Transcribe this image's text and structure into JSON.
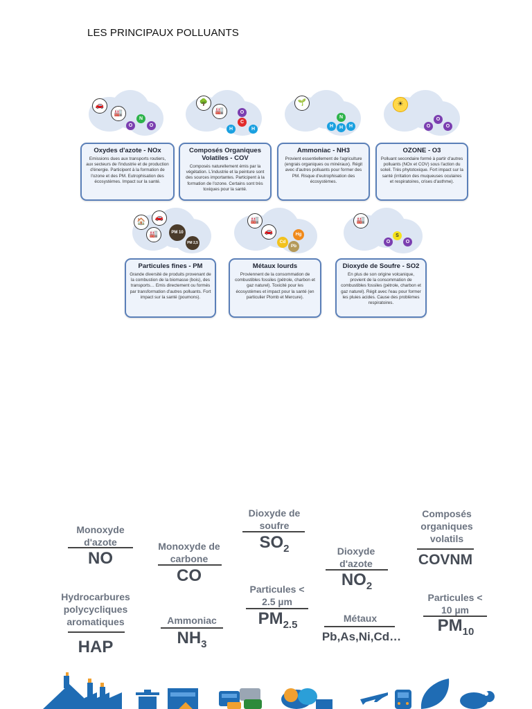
{
  "page_title": "LES PRINCIPAUX POLLUANTS",
  "cards": [
    {
      "title": "Oxydes d'azote - NOx",
      "body": "Emissions dues aux transports routiers, aux secteurs de l'industrie et de production d'énergie. Participent à la formation de l'ozone et des PM. Eutrophisation des écosystèmes. Impact sur la santé."
    },
    {
      "title": "Composés Organiques Volatiles - COV",
      "body": "Composés naturellement émis par la végétation. L'industrie et la peinture sont des sources importantes. Participent à la formation de l'ozone. Certains sont très toxiques pour la santé."
    },
    {
      "title": "Ammoniac - NH3",
      "body": "Provient essentiellement de l'agriculture (engrais organiques ou minéraux). Régit avec d'autres polluants pour former des PM. Risque d'eutrophisation des écosystèmes."
    },
    {
      "title": "OZONE - O3",
      "body": "Polluant secondaire formé à partir d'autres polluants (NOx et COV) sous l'action du soleil. Très phytotoxique. Fort impact sur la santé (irritation des muqueuses oculaires et respiratoires, crises d'asthme)."
    },
    {
      "title": "Particules fines - PM",
      "body": "Grande diversité de produits provenant de la combustion de la biomasse (bois), des transports… Emis directement ou formés par transformation d'autres polluants. Fort impact sur la santé (poumons)."
    },
    {
      "title": "Métaux lourds",
      "body": "Proviennent de la consommation de combustibles fossiles (pétrole, charbon et gaz naturel). Toxicité pour les écosystèmes et impact pour la santé (en particulier Plomb et Mercure)."
    },
    {
      "title": "Dioxyde de Soufre - SO2",
      "body": "En plus de son origine volcanique, provient de la consommation de combustibles fossiles (pétrole, charbon et gaz naturel). Régit avec l'eau pour former les pluies acides. Cause des problèmes respiratoires."
    }
  ],
  "atoms": {
    "nox": [
      "N",
      "O",
      "O"
    ],
    "cov": [
      "O",
      "C",
      "H",
      "H"
    ],
    "nh3": [
      "N",
      "H",
      "H",
      "H"
    ],
    "o3": [
      "O",
      "O",
      "O"
    ],
    "pm": [
      "PM 10",
      "PM 2,5"
    ],
    "metals": [
      "Hg",
      "Cd",
      "Pb"
    ],
    "so2": [
      "S",
      "O",
      "O"
    ]
  },
  "formulas": {
    "no": {
      "label": "Monoxyde d'azote",
      "formula": "NO"
    },
    "hap": {
      "label": "Hydrocarbures polycycliques aromatiques",
      "formula": "HAP"
    },
    "co": {
      "label": "Monoxyde de carbone",
      "formula": "CO"
    },
    "nh3": {
      "label": "Ammoniac",
      "formula": "NH",
      "sub": "3"
    },
    "so2": {
      "label": "Dioxyde de soufre",
      "formula": "SO",
      "sub": "2"
    },
    "pm25": {
      "label": "Particules < 2.5 µm",
      "formula": "PM",
      "sub": "2.5"
    },
    "no2": {
      "label": "Dioxyde d'azote",
      "formula": "NO",
      "sub": "2"
    },
    "metaux": {
      "label": "Métaux",
      "formula": "Pb,As,Ni,Cd…"
    },
    "covnm": {
      "label": "Composés organiques volatils",
      "formula": "COVNM"
    },
    "pm10": {
      "label": "Particules < 10 µm",
      "formula": "PM",
      "sub": "10"
    }
  },
  "colors": {
    "nitrogen": "#2db34a",
    "oxygen": "#7b3fb0",
    "carbon": "#e22b2b",
    "hydrogen": "#1aa0e0",
    "sulfur": "#f5e21a",
    "card_border": "#5a7fb8",
    "strip_blue": "#1f6cb4"
  }
}
